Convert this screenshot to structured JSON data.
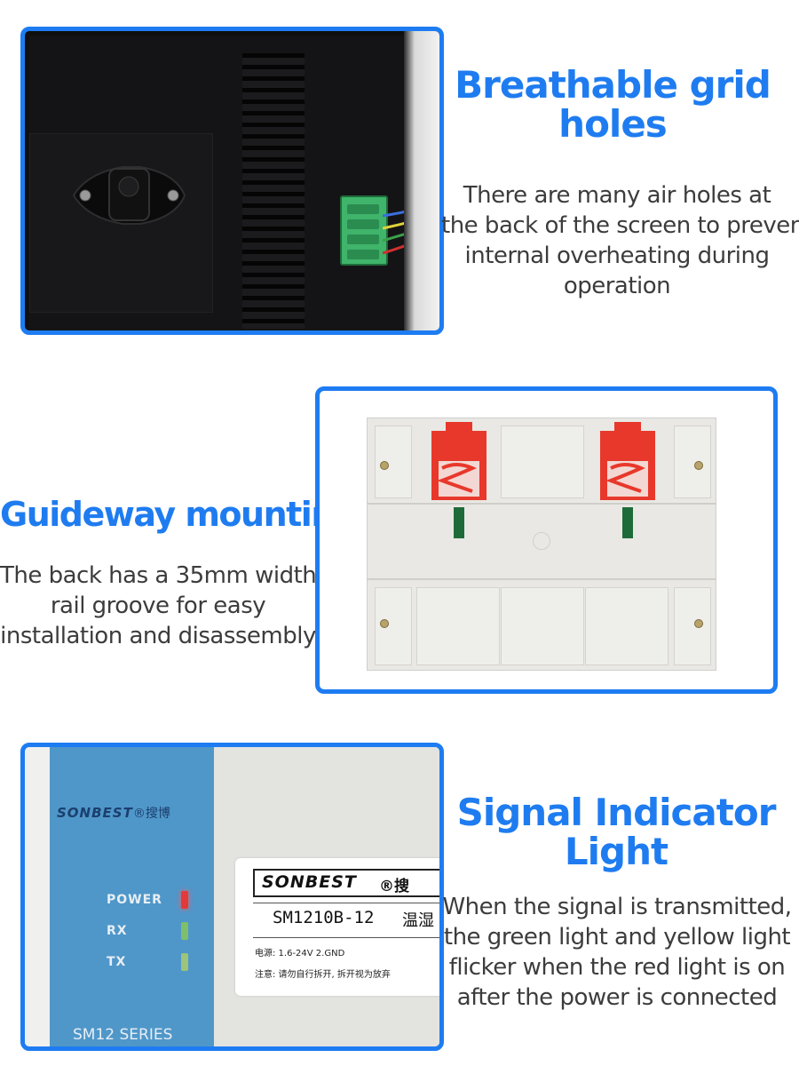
{
  "sections": [
    {
      "title_lines": [
        "Breathable grid",
        "holes"
      ],
      "desc_lines": [
        "There are many air holes at",
        "the back of the screen to prevent",
        "internal overheating during",
        "operation"
      ]
    },
    {
      "title_lines": [
        "Guideway mounting"
      ],
      "desc_lines": [
        "The back has a 35mm width",
        "rail groove for easy",
        "installation and disassembly"
      ]
    },
    {
      "title_lines": [
        "Signal Indicator",
        "Light"
      ],
      "desc_lines": [
        "When the signal is transmitted,",
        "the green light and yellow light",
        "flicker when the red light is on",
        "after the power is connected"
      ]
    }
  ],
  "device": {
    "brand_blue": "SONBEST",
    "brand_blue_cn": "®搜博",
    "led_labels": [
      "POWER",
      "RX",
      "TX"
    ],
    "series": "SM12 SERIES",
    "label_brand": "SONBEST",
    "label_brand_cn": "®搜",
    "model": "SM1210B-12",
    "model_cn": "温湿",
    "spec_line": "电源: 1.6-24V    2.GND",
    "warning_line": "注意: 请勿自行拆开, 拆开视为放弃"
  },
  "colors": {
    "accent": "#1e7cf2",
    "heading": "#1f7cf0",
    "body_text": "#3c3c3c",
    "clip_red": "#e8382b",
    "led_red": "#e23a3a",
    "led_green": "#7fbf6a"
  }
}
